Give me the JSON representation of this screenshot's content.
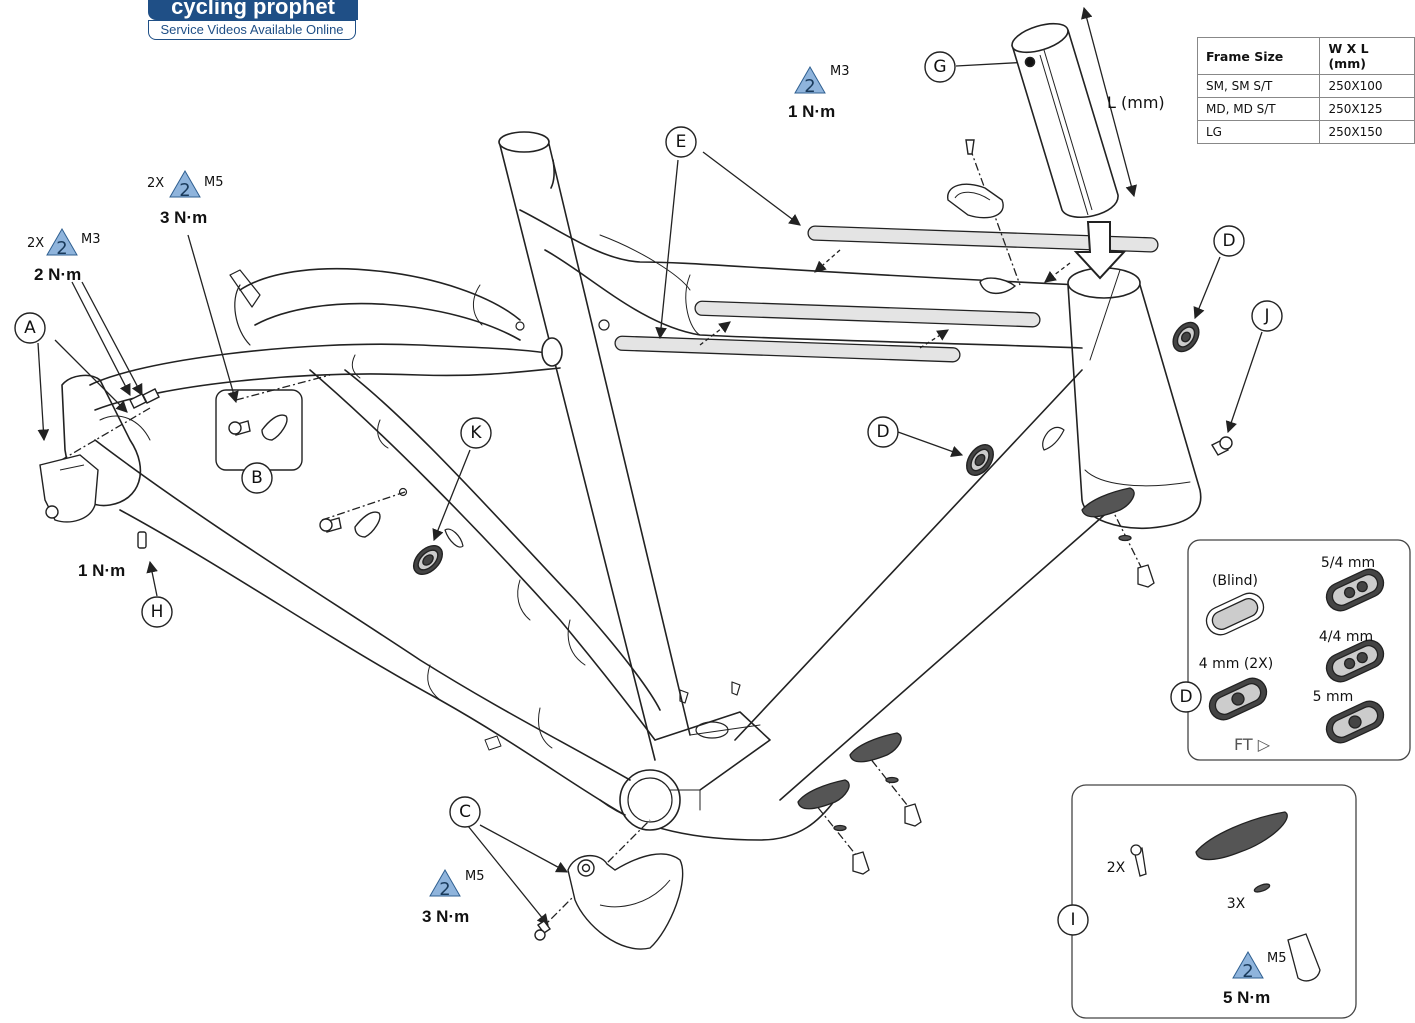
{
  "brand": {
    "name": "cycling prophet",
    "tagline": "Service Videos Available Online"
  },
  "spec_table": {
    "headers": [
      "Frame Size",
      "W X L (mm)"
    ],
    "rows": [
      [
        "SM, SM S/T",
        "250X100"
      ],
      [
        "MD, MD S/T",
        "250X125"
      ],
      [
        "LG",
        "250X150"
      ]
    ]
  },
  "callouts": {
    "A": "A",
    "B": "B",
    "C": "C",
    "D": "D",
    "E": "E",
    "G": "G",
    "H": "H",
    "I": "I",
    "J": "J",
    "K": "K"
  },
  "torque": {
    "a": {
      "qty": "2X",
      "tool": "2",
      "bolt": "M3",
      "value": "2 N·m"
    },
    "b": {
      "qty": "2X",
      "tool": "2",
      "bolt": "M5",
      "value": "3 N·m"
    },
    "top": {
      "tool": "2",
      "bolt": "M3",
      "value": "1 N·m"
    },
    "h": {
      "value": "1 N·m"
    },
    "c": {
      "tool": "2",
      "bolt": "M5",
      "value": "3 N·m"
    },
    "i": {
      "tool": "2",
      "bolt": "M5",
      "value": "5 N·m"
    }
  },
  "tube_length_label": "L (mm)",
  "grommet_panel": {
    "blind": "(Blind)",
    "g54": "5/4 mm",
    "g44": "4/4 mm",
    "g4": "4 mm (2X)",
    "g5": "5 mm",
    "ft_logo": "FT ▷"
  },
  "detail_i": {
    "screw_qty": "2X",
    "washer_qty": "3X"
  },
  "colors": {
    "tool_triangle": "#8fb4dc",
    "brand": "#1f4f86",
    "line": "#222222",
    "sleeve_fill": "#e4e4e4"
  }
}
